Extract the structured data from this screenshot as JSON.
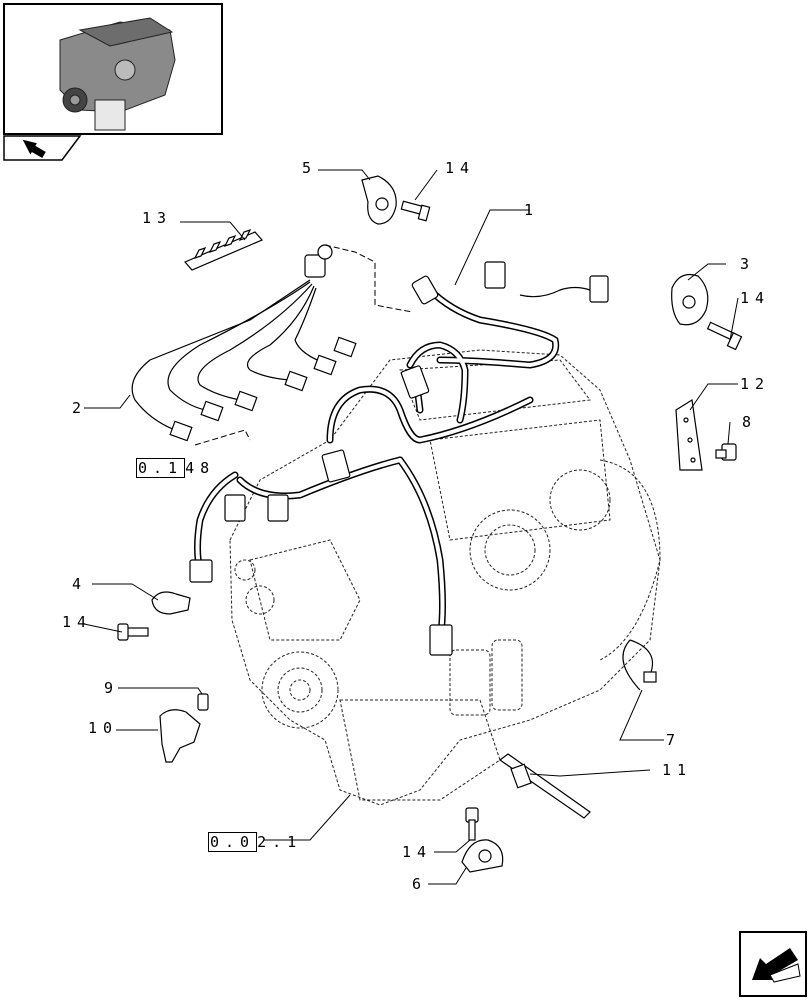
{
  "callouts": {
    "c1": "1",
    "c2": "2",
    "c3": "3",
    "c4": "4",
    "c5": "5",
    "c6": "6",
    "c7": "7",
    "c8": "8",
    "c9": "9",
    "c10": "10",
    "c11": "11",
    "c12": "12",
    "c13": "13",
    "c14a": "14",
    "c14b": "14",
    "c14c": "14",
    "c14d": "14"
  },
  "refs": {
    "r1_boxed": "0.1",
    "r1_rest": "48",
    "r2_boxed": "0.0",
    "r2_rest": "2.1"
  },
  "icons": {
    "thumbnail": "engine-thumbnail-icon",
    "nav_back": "nav-back-arrow-icon",
    "nav_next": "nav-next-arrow-icon"
  }
}
